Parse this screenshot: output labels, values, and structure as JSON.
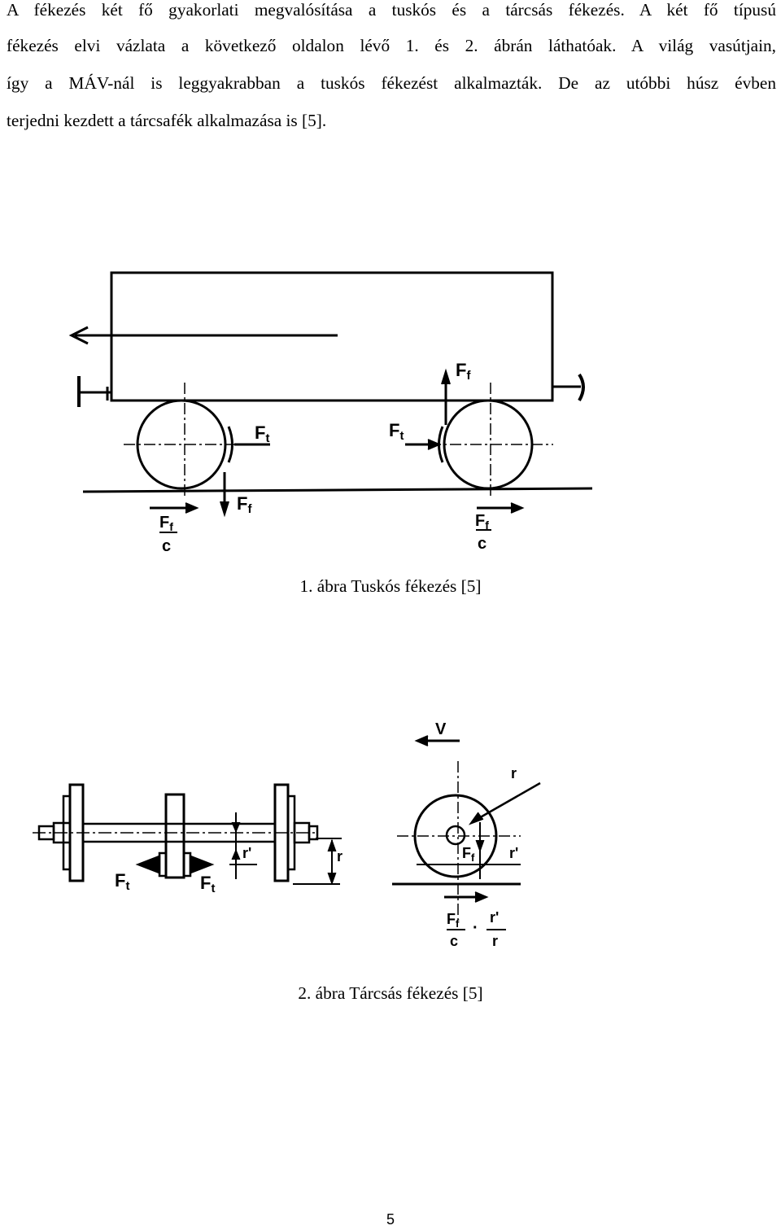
{
  "paragraph": {
    "lines": [
      "A fékezés két fő gyakorlati megvalósítása a tuskós és a tárcsás fékezés. A két fő típusú",
      "fékezés elvi vázlata a következő oldalon lévő 1. és 2. ábrán láthatóak.  A világ vasútjain,",
      "így a MÁV-nál is leggyakrabban a tuskós fékezést alkalmazták. De az utóbbi húsz évben",
      "terjedni kezdett a tárcsafék alkalmazása is [5]."
    ]
  },
  "figure1": {
    "caption": "1. ábra Tuskós fékezés [5]",
    "labels": {
      "ft": "F",
      "ft_sub": "t",
      "ff": "F",
      "ff_sub": "f",
      "c": "c"
    }
  },
  "figure2": {
    "caption": "2. ábra Tárcsás fékezés [5]",
    "labels": {
      "v": "V",
      "r": "r",
      "r_prime": "r'",
      "ft": "F",
      "ft_sub": "t",
      "ff": "F",
      "ff_sub": "f",
      "c": "c",
      "dot": "·"
    }
  },
  "page_number": "5"
}
